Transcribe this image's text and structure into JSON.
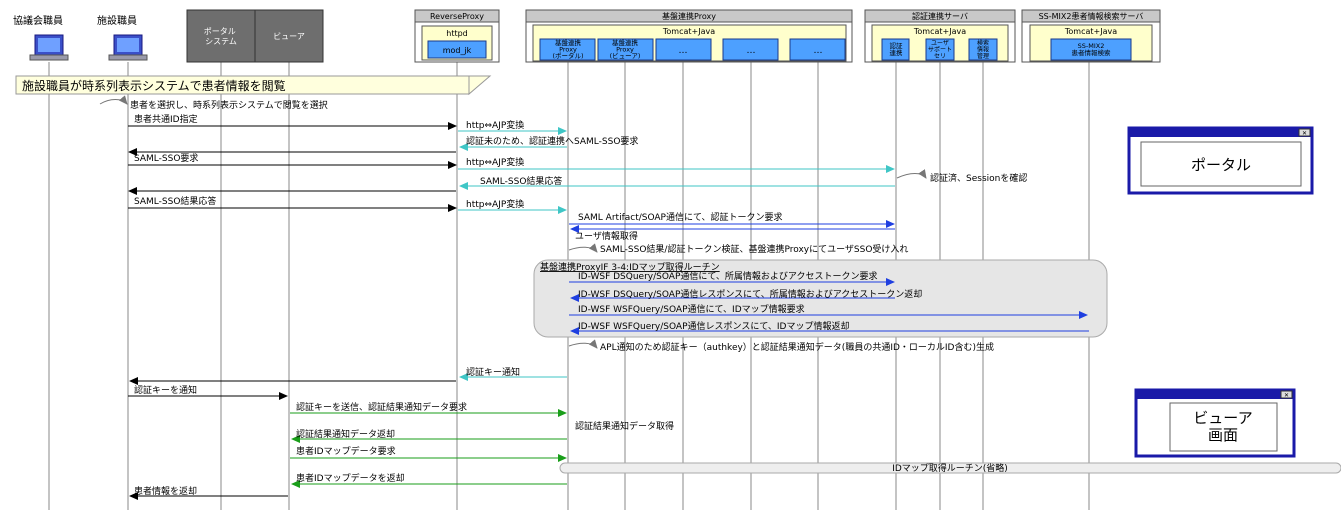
{
  "actors": {
    "kyogikai": "協議会職員",
    "shisetsu": "施設職員",
    "portal": "ポータル\nシステム",
    "viewer": "ビューア"
  },
  "groups": {
    "reverse_proxy": "ReverseProxy",
    "kiban": "基盤連携Proxy",
    "ninsho": "認証連携サーバ",
    "ssmix": "SS-MIX2患者情報検索サーバ"
  },
  "components": {
    "httpd": "httpd",
    "mod_jk": "mod_jk",
    "tomcat": "Tomcat+Java",
    "proxy_portal": "基盤連携\nProxy\n(ポータル)",
    "proxy_viewer": "基盤連携\nProxy\n(ビューア)",
    "ellipsis": "…",
    "ninsho_renkei": "認証\n連携",
    "user_support": "ユーザ\nサポート\nセリ",
    "kensaku_kanri": "検索\n情報\n管理",
    "ssmix_search": "SS-MIX2\n患者情報検索"
  },
  "note_header": "施設職員が時系列表示システムで患者情報を閲覧",
  "messages": {
    "m01": "患者を選択し、時系列表示システムで閲覧を選択",
    "m02": "患者共通ID指定",
    "m03": "http⇔AJP変換",
    "m04": "認証未のため、認証連携へSAML-SSO要求",
    "m05": "SAML-SSO要求",
    "m06": "http⇔AJP変換",
    "m07": "認証済、Sessionを確認",
    "m08": "SAML-SSO結果応答",
    "m09": "SAML-SSO結果応答",
    "m10": "http⇔AJP変換",
    "m11": "SAML Artifact/SOAP通信にて、認証トークン要求",
    "m12": "ユーザ情報取得",
    "m13": "SAML-SSO結果/認証トークン検証、基盤連携ProxyにてユーザSSO受け入れ",
    "m14": "ID-WSF DSQuery/SOAP通信にて、所属情報およびアクセストークン要求",
    "m15": "ID-WSF DSQuery/SOAP通信レスポンスにて、所属情報およびアクセストークン返却",
    "m16": "ID-WSF WSFQuery/SOAP通信にて、IDマップ情報要求",
    "m17": "ID-WSF WSFQuery/SOAP通信レスポンスにて、IDマップ情報返却",
    "m18": "APL通知のため認証キー（authkey）と認証結果通知データ(職員の共通ID・ローカルID含む)生成",
    "m19": "認証キー通知",
    "m20": "認証キーを通知",
    "m21": "認証キーを送信、認証結果通知データ要求",
    "m22": "認証結果通知データ取得",
    "m23": "認証結果通知データ返却",
    "m24": "患者IDマップデータ要求",
    "m25": "患者IDマップデータを返却",
    "m26": "患者情報を返却"
  },
  "subroutine_title": "基盤連携ProxyIF 3-4:IDマップ取得ルーチン",
  "omitted_routine": "IDマップ取得ルーチン(省略)",
  "windows": {
    "portal_title": "ポータル",
    "viewer_title": "ビューア\n画面",
    "close_glyph": "✕"
  },
  "colors": {
    "black_arrow": "#000000",
    "cyan_arrow": "#3fc6c6",
    "blue_arrow": "#1f3fe0",
    "green_arrow": "#1a9e1a",
    "header_gray": "#c8c8c8",
    "tomcat_yellow": "#ffffcc",
    "component_blue": "#4da0ff",
    "note_yellow": "#ffffdd",
    "subroutine_gray": "#e6e6e6",
    "window_blue": "#1a1aa8"
  }
}
